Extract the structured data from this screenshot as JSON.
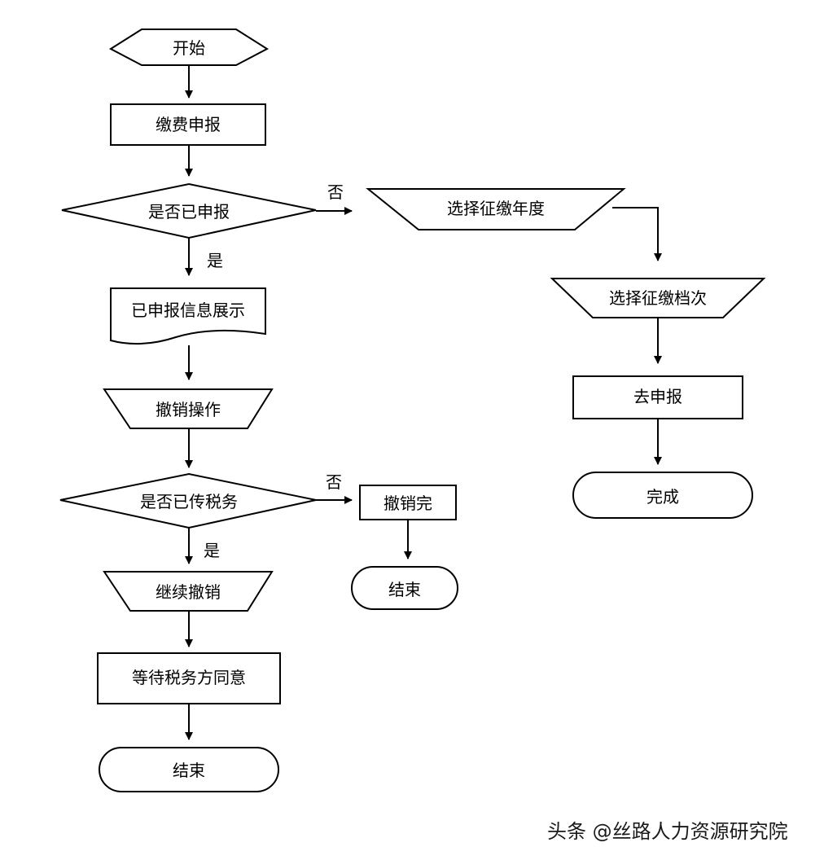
{
  "nodes": {
    "start": "开始",
    "declare": "缴费申报",
    "is_declared": "是否已申报",
    "declared_info": "已申报信息展示",
    "revoke_op": "撤销操作",
    "is_uploaded": "是否已传税务",
    "continue_revoke": "继续撤销",
    "wait_tax": "等待税务方同意",
    "end_left": "结束",
    "revoke_done": "撤销完",
    "end_middle": "结束",
    "choose_year": "选择征缴年度",
    "choose_level": "选择征缴档次",
    "go_declare": "去申报",
    "finish": "完成"
  },
  "edge_labels": {
    "declared_yes": "是",
    "declared_no": "否",
    "uploaded_yes": "是",
    "uploaded_no": "否"
  },
  "watermark": "头条 @丝路人力资源研究院",
  "colors": {
    "stroke": "#000000",
    "fill": "#ffffff",
    "text": "#000000"
  }
}
